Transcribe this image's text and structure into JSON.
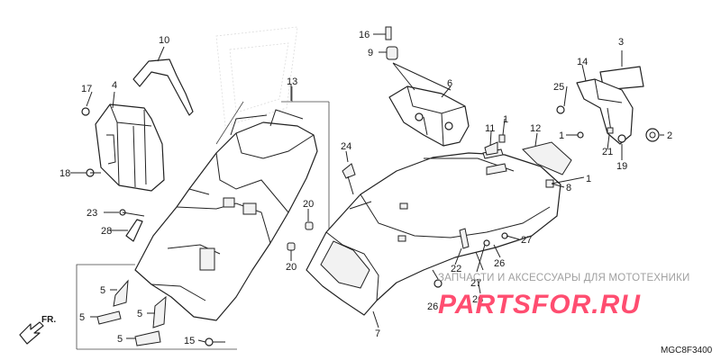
{
  "diagram": {
    "part_code": "MGC8F3400",
    "front_label": "FR.",
    "callouts": [
      {
        "id": "c1a",
        "label": "1"
      },
      {
        "id": "c1b",
        "label": "1"
      },
      {
        "id": "c1c",
        "label": "1"
      },
      {
        "id": "c2",
        "label": "2"
      },
      {
        "id": "c3",
        "label": "3"
      },
      {
        "id": "c4",
        "label": "4"
      },
      {
        "id": "c5a",
        "label": "5"
      },
      {
        "id": "c5b",
        "label": "5"
      },
      {
        "id": "c5c",
        "label": "5"
      },
      {
        "id": "c5d",
        "label": "5"
      },
      {
        "id": "c6",
        "label": "6"
      },
      {
        "id": "c7",
        "label": "7"
      },
      {
        "id": "c8",
        "label": "8"
      },
      {
        "id": "c9",
        "label": "9"
      },
      {
        "id": "c10",
        "label": "10"
      },
      {
        "id": "c11",
        "label": "11"
      },
      {
        "id": "c12",
        "label": "12"
      },
      {
        "id": "c13",
        "label": "13"
      },
      {
        "id": "c14",
        "label": "14"
      },
      {
        "id": "c15",
        "label": "15"
      },
      {
        "id": "c16",
        "label": "16"
      },
      {
        "id": "c17",
        "label": "17"
      },
      {
        "id": "c18",
        "label": "18"
      },
      {
        "id": "c19",
        "label": "19"
      },
      {
        "id": "c20a",
        "label": "20"
      },
      {
        "id": "c20b",
        "label": "20"
      },
      {
        "id": "c21",
        "label": "21"
      },
      {
        "id": "c22",
        "label": "22"
      },
      {
        "id": "c23",
        "label": "23"
      },
      {
        "id": "c24",
        "label": "24"
      },
      {
        "id": "c25",
        "label": "25"
      },
      {
        "id": "c26a",
        "label": "26"
      },
      {
        "id": "c26b",
        "label": "26"
      },
      {
        "id": "c26c",
        "label": "26"
      },
      {
        "id": "c27a",
        "label": "27"
      },
      {
        "id": "c27b",
        "label": "27"
      },
      {
        "id": "c28",
        "label": "28"
      }
    ]
  },
  "watermark": {
    "tagline": "ЗАПЧАСТИ И АКСЕССУАРЫ ДЛЯ МОТОТЕХНИКИ",
    "brand": "PARTSFOR.RU",
    "brand_color": "#ff4d70"
  }
}
